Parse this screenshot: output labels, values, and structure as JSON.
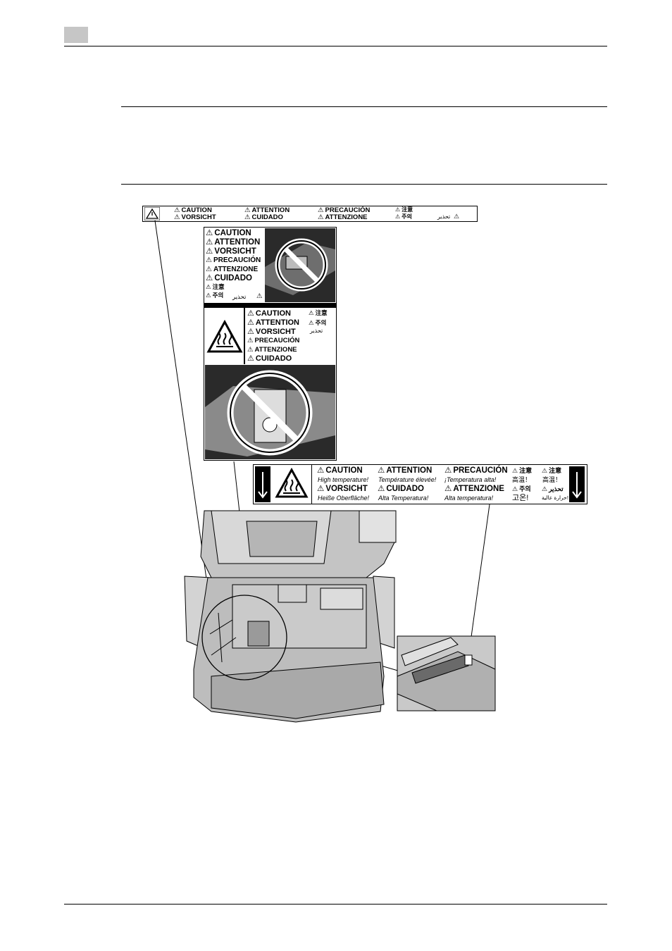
{
  "top_label": {
    "cells": [
      [
        "CAUTION",
        "VORSICHT"
      ],
      [
        "ATTENTION",
        "CUIDADO"
      ],
      [
        "PRECAUCIÓN",
        "ATTENZIONE"
      ],
      [
        "注意",
        "주의"
      ],
      [
        "",
        "تحذير"
      ]
    ]
  },
  "middle_label": {
    "upper_list": [
      "CAUTION",
      "ATTENTION",
      "VORSICHT",
      "PRECAUCIÓN",
      "ATTENZIONE",
      "CUIDADO",
      "注意",
      "주의",
      "تحذير"
    ],
    "lower_list_a": [
      "CAUTION",
      "ATTENTION",
      "VORSICHT",
      "PRECAUCIÓN",
      "ATTENZIONE",
      "CUIDADO"
    ],
    "lower_list_b": [
      "注意",
      "주의",
      "تحذير"
    ]
  },
  "heat_label": {
    "row1": [
      {
        "title": "CAUTION",
        "sub": "High temperature!"
      },
      {
        "title": "ATTENTION",
        "sub": "Température élevée!"
      },
      {
        "title": "PRECAUCIÓN",
        "sub": "¡Temperatura alta!"
      },
      {
        "title": "注意",
        "sub": "高温！"
      },
      {
        "title": "注意",
        "sub": "高温！"
      }
    ],
    "row2": [
      {
        "title": "VORSICHT",
        "sub": "Heiße Oberfläche!"
      },
      {
        "title": "CUIDADO",
        "sub": "Alta Temperatura!"
      },
      {
        "title": "ATTENZIONE",
        "sub": "Alta temperatura!"
      },
      {
        "title": "주의",
        "sub": "고온!"
      },
      {
        "title": "تحذير",
        "sub": "حرارة عالية!"
      }
    ]
  },
  "icons": {
    "hot_surface": "hot-surface-icon",
    "warning": "warning-triangle-icon",
    "prohibited": "prohibition-icon",
    "arrow": "arrow-down-icon"
  }
}
